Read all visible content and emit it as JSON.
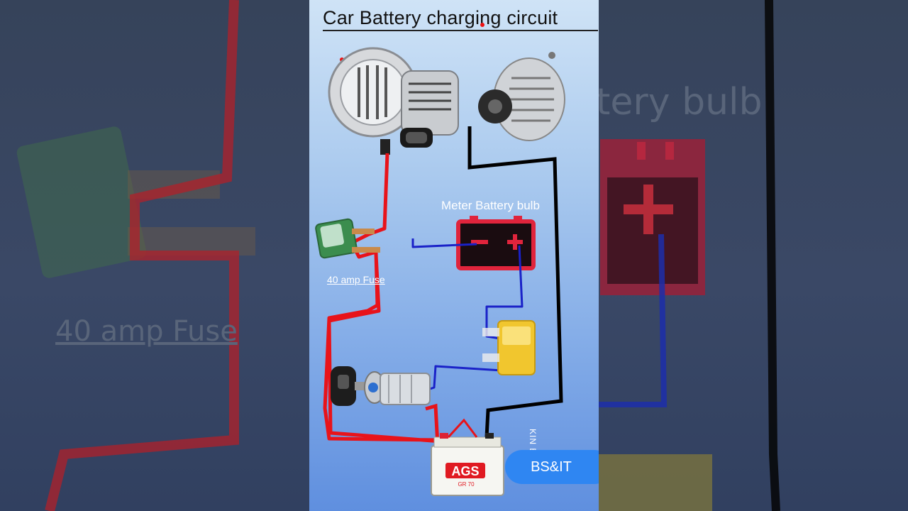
{
  "title": "Car Battery charging circuit",
  "labels": {
    "meter_bulb": "Meter Battery bulb",
    "fuse": "40 amp Fuse"
  },
  "badge": "BS&IT",
  "side_text": {
    "left_fuse": "40 amp Fuse",
    "right_bulb": "tery bulb",
    "vertical": "KIN ER"
  },
  "battery": {
    "brand": "AGS",
    "model": "GR 70"
  },
  "colors": {
    "positive_wire": "#e8131a",
    "ground_wire": "#000000",
    "signal_wire": "#1a22c8",
    "badge": "#2f86f2"
  }
}
